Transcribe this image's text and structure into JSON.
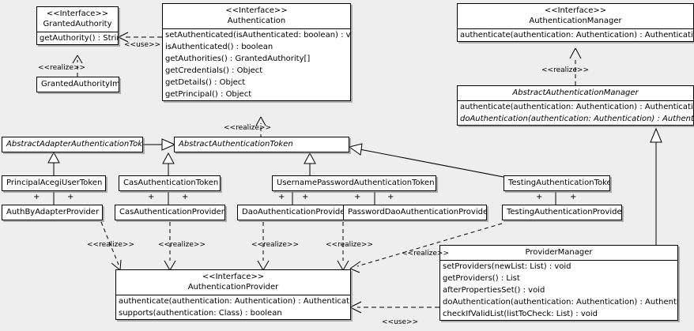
{
  "diagram": {
    "type": "uml-class-diagram",
    "background": "#eeeeee",
    "line_color": "#000000",
    "box_fill": "#ffffff",
    "stereotype_interface": "<<Interface>>",
    "labels": {
      "use": "<<use>>",
      "realize": "<<realize>>",
      "multiplicity_plus": "+"
    }
  },
  "classes": {
    "granted_authority": {
      "stereotype": "<<Interface>>",
      "name": "GrantedAuthority",
      "operations": [
        "getAuthority() : String"
      ]
    },
    "granted_authority_impl": {
      "name": "GrantedAuthorityImpl",
      "operations": []
    },
    "authentication": {
      "stereotype": "<<Interface>>",
      "name": "Authentication",
      "operations": [
        "setAuthenticated(isAuthenticated: boolean) : void",
        "isAuthenticated() : boolean",
        "getAuthorities() : GrantedAuthority[]",
        "getCredentials() : Object",
        "getDetails() : Object",
        "getPrincipal() : Object"
      ]
    },
    "authentication_manager": {
      "stereotype": "<<Interface>>",
      "name": "AuthenticationManager",
      "operations": [
        "authenticate(authentication: Authentication) : Authentication"
      ]
    },
    "abstract_authentication_manager": {
      "name": "AbstractAuthenticationManager",
      "abstract": true,
      "operations": [
        "authenticate(authentication: Authentication) : Authentication",
        "doAuthentication(authentication: Authentication) : Authentication"
      ],
      "abstract_operations": [
        false,
        true
      ]
    },
    "abstract_adapter_authentication_token": {
      "name": "AbstractAdapterAuthenticationToken",
      "abstract": true,
      "operations": []
    },
    "abstract_authentication_token": {
      "name": "AbstractAuthenticationToken",
      "abstract": true,
      "operations": []
    },
    "principal_acegi_user_token": {
      "name": "PrincipalAcegiUserToken",
      "operations": []
    },
    "cas_authentication_token": {
      "name": "CasAuthenticationToken",
      "operations": []
    },
    "username_password_authentication_token": {
      "name": "UsernamePasswordAuthenticationToken",
      "operations": []
    },
    "testing_authentication_token": {
      "name": "TestingAuthenticationToken",
      "operations": []
    },
    "auth_by_adapter_provider": {
      "name": "AuthByAdapterProvider",
      "operations": []
    },
    "cas_authentication_provider": {
      "name": "CasAuthenticationProvider",
      "operations": []
    },
    "dao_authentication_provider": {
      "name": "DaoAuthenticationProvider",
      "operations": []
    },
    "password_dao_authentication_provider": {
      "name": "PasswordDaoAuthenticationProvider",
      "operations": []
    },
    "testing_authentication_provider": {
      "name": "TestingAuthenticationProvider",
      "operations": []
    },
    "authentication_provider": {
      "stereotype": "<<Interface>>",
      "name": "AuthenticationProvider",
      "operations": [
        "authenticate(authentication: Authentication) : Authentication",
        "supports(authentication: Class) : boolean"
      ]
    },
    "provider_manager": {
      "name": "ProviderManager",
      "operations": [
        "setProviders(newList: List) : void",
        "getProviders() : List",
        "afterPropertiesSet() : void",
        "doAuthentication(authentication: Authentication) : Authentication",
        "checkIfValidList(listToCheck: List) : void"
      ]
    }
  },
  "relationships": [
    {
      "from": "authentication",
      "to": "granted_authority",
      "kind": "dependency",
      "label": "<<use>>"
    },
    {
      "from": "granted_authority_impl",
      "to": "granted_authority",
      "kind": "realize",
      "label": "<<realize>>"
    },
    {
      "from": "abstract_authentication_token",
      "to": "authentication",
      "kind": "realize",
      "label": "<<realize>>"
    },
    {
      "from": "abstract_authentication_manager",
      "to": "authentication_manager",
      "kind": "realize",
      "label": "<<realize>>"
    },
    {
      "from": "provider_manager",
      "to": "abstract_authentication_manager",
      "kind": "generalization",
      "label": ""
    },
    {
      "from": "abstract_adapter_authentication_token",
      "to": "abstract_authentication_token",
      "kind": "generalization",
      "label": ""
    },
    {
      "from": "principal_acegi_user_token",
      "to": "abstract_adapter_authentication_token",
      "kind": "generalization",
      "label": ""
    },
    {
      "from": "cas_authentication_token",
      "to": "abstract_authentication_token",
      "kind": "generalization",
      "label": ""
    },
    {
      "from": "username_password_authentication_token",
      "to": "abstract_authentication_token",
      "kind": "generalization",
      "label": ""
    },
    {
      "from": "testing_authentication_token",
      "to": "abstract_authentication_token",
      "kind": "generalization",
      "label": ""
    },
    {
      "from": "principal_acegi_user_token",
      "to": "auth_by_adapter_provider",
      "kind": "association",
      "multiplicity": [
        "+",
        "+"
      ]
    },
    {
      "from": "cas_authentication_token",
      "to": "cas_authentication_provider",
      "kind": "association",
      "multiplicity": [
        "+",
        "+"
      ]
    },
    {
      "from": "username_password_authentication_token",
      "to": "dao_authentication_provider",
      "kind": "association",
      "multiplicity": [
        "+",
        "+"
      ]
    },
    {
      "from": "username_password_authentication_token",
      "to": "password_dao_authentication_provider",
      "kind": "association",
      "multiplicity": [
        "+",
        "+"
      ]
    },
    {
      "from": "testing_authentication_token",
      "to": "testing_authentication_provider",
      "kind": "association",
      "multiplicity": [
        "+",
        "+"
      ]
    },
    {
      "from": "auth_by_adapter_provider",
      "to": "authentication_provider",
      "kind": "realize",
      "label": "<<realize>>"
    },
    {
      "from": "cas_authentication_provider",
      "to": "authentication_provider",
      "kind": "realize",
      "label": "<<realize>>"
    },
    {
      "from": "dao_authentication_provider",
      "to": "authentication_provider",
      "kind": "realize",
      "label": "<<realize>>"
    },
    {
      "from": "password_dao_authentication_provider",
      "to": "authentication_provider",
      "kind": "realize",
      "label": "<<realize>>"
    },
    {
      "from": "testing_authentication_provider",
      "to": "authentication_provider",
      "kind": "realize",
      "label": "<<realize>>"
    },
    {
      "from": "provider_manager",
      "to": "authentication_provider",
      "kind": "dependency",
      "label": "<<use>>"
    }
  ]
}
